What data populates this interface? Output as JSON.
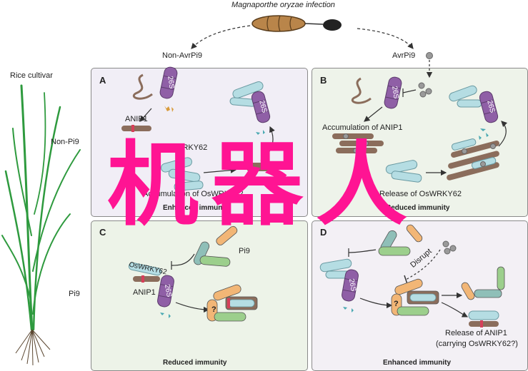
{
  "header": {
    "infection_title": "Magnaporthe oryzae infection",
    "left_branch": "Non-AvrPi9",
    "right_branch": "AvrPi9"
  },
  "left_labels": {
    "rice_cultivar": "Rice cultivar",
    "row1": "Non-Pi9",
    "row2": "Pi9"
  },
  "panels": {
    "A": {
      "letter": "A",
      "proteasome": "26S",
      "proteasome2": "26S",
      "anip1": "ANIP1",
      "oswrky62": "OsWRKY62",
      "accumulation": "Accumulation of OsWRKY62",
      "footer": "Enhanced immunity"
    },
    "B": {
      "letter": "B",
      "proteasome": "26S",
      "proteasome2": "26S",
      "accumulation": "Accumulation of ANIP1",
      "release": "Release of OsWRKY62",
      "footer": "Reduced immunity"
    },
    "C": {
      "letter": "C",
      "pi9": "Pi9",
      "oswrky62": "OsWRKY62",
      "anip1": "ANIP1",
      "proteasome": "26S",
      "question": "?",
      "footer": "Reduced immunity"
    },
    "D": {
      "letter": "D",
      "disrupt": "Disrupt",
      "proteasome": "26S",
      "question": "?",
      "release_line1": "Release of ANIP1",
      "release_line2": "(carrying OsWRKY62?)",
      "footer": "Enhanced immunity"
    }
  },
  "watermark": "机器人",
  "colors": {
    "panel_a_bg": "#f1eef6",
    "panel_b_bg": "#eef3ea",
    "panel_c_bg": "#edf3e8",
    "panel_d_bg": "#f3f0f5",
    "proteasome": "#8f5fa6",
    "anip1": "#8b6d5c",
    "wrky62": "#b5dde3",
    "pi9_green": "#9ccf8c",
    "pi9_orange": "#f2b676",
    "pi9_teal": "#8fbfb8",
    "accent_red": "#d63f5a",
    "watermark": "#ff1493",
    "plant_green": "#2e9a3e"
  }
}
